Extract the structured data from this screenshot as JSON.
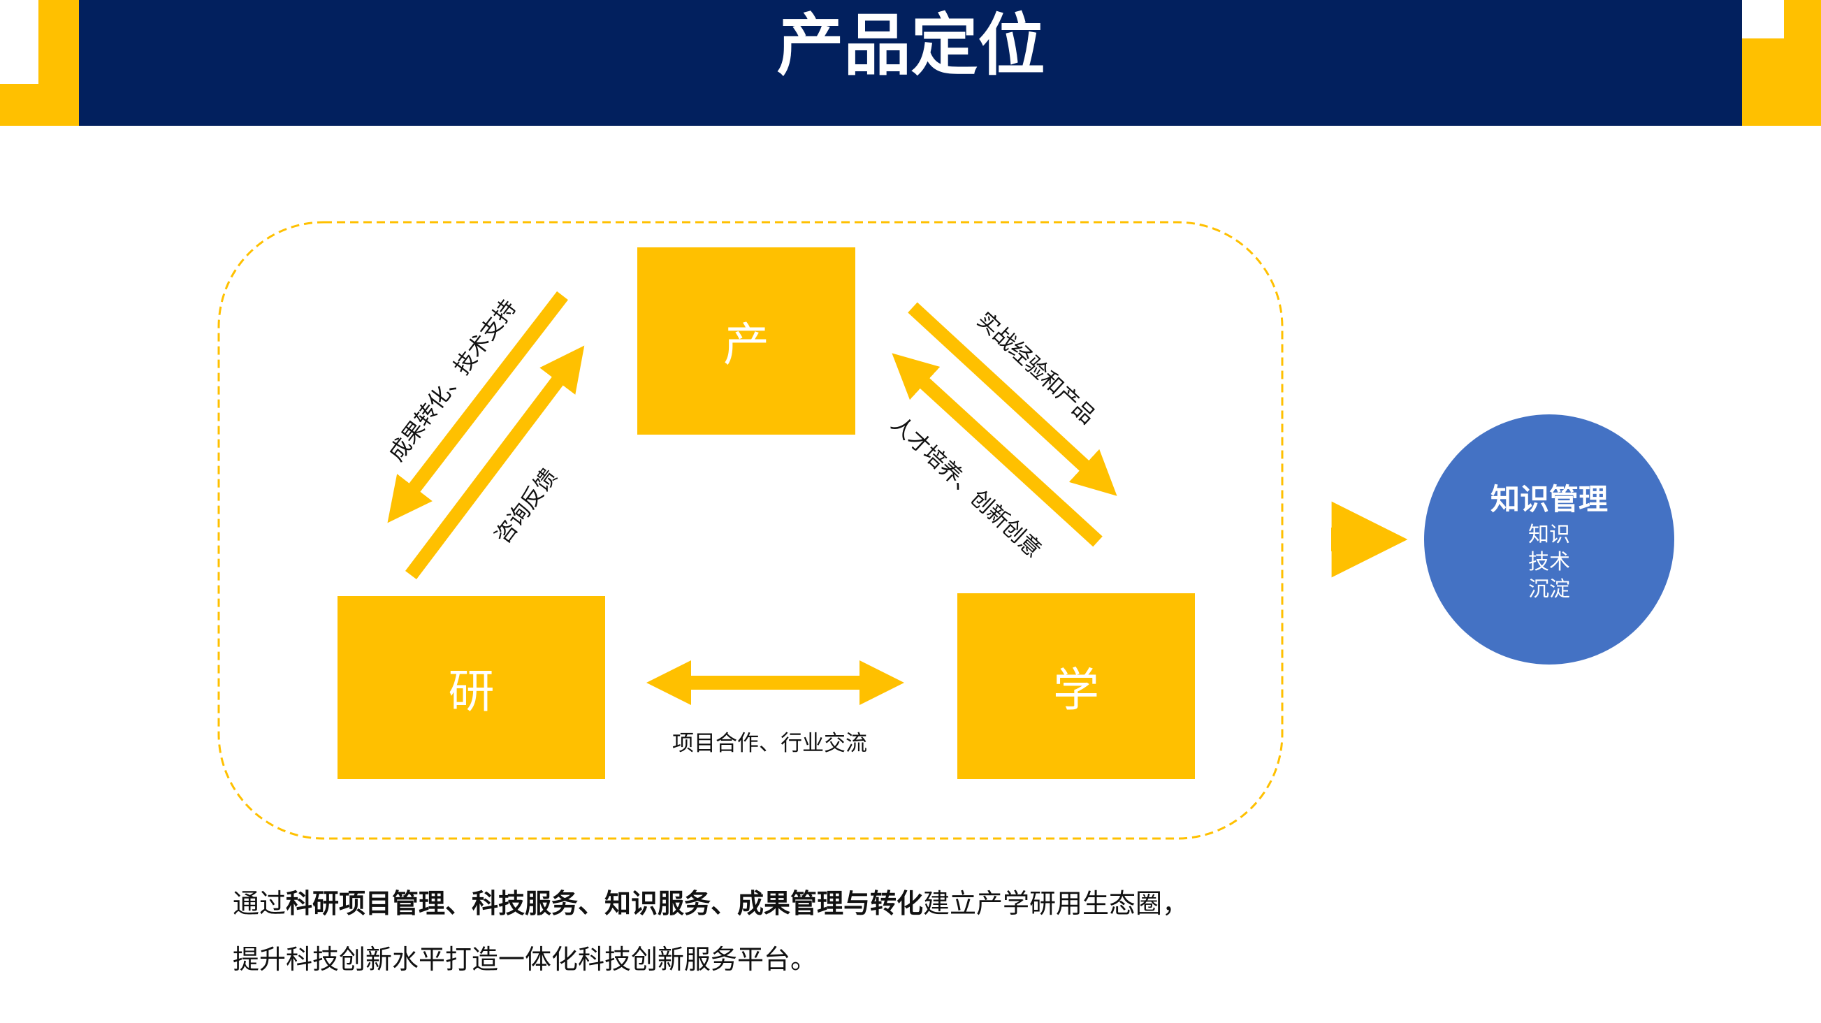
{
  "header": {
    "title": "产品定位"
  },
  "colors": {
    "navy": "#02205e",
    "accent": "#ffc000",
    "circle": "#4472c4"
  },
  "diagram": {
    "nodes": {
      "chan": "产",
      "yan": "研",
      "xue": "学"
    },
    "labels": {
      "left_outer": "成果转化、技术支持",
      "left_inner": "咨询反馈",
      "right_outer": "实战经验和产品",
      "right_inner": "人才培养、创新创意",
      "bottom": "项目合作、行业交流"
    }
  },
  "circle": {
    "title": "知识管理",
    "lines": [
      "知识",
      "技术",
      "沉淀"
    ]
  },
  "paragraph": {
    "line1_prefix": "通过",
    "line1_bold": "科研项目管理、科技服务、知识服务、成果管理与转化",
    "line1_suffix": "建立产学研用生态圈，",
    "line2": "提升科技创新水平打造一体化科技创新服务平台。"
  }
}
